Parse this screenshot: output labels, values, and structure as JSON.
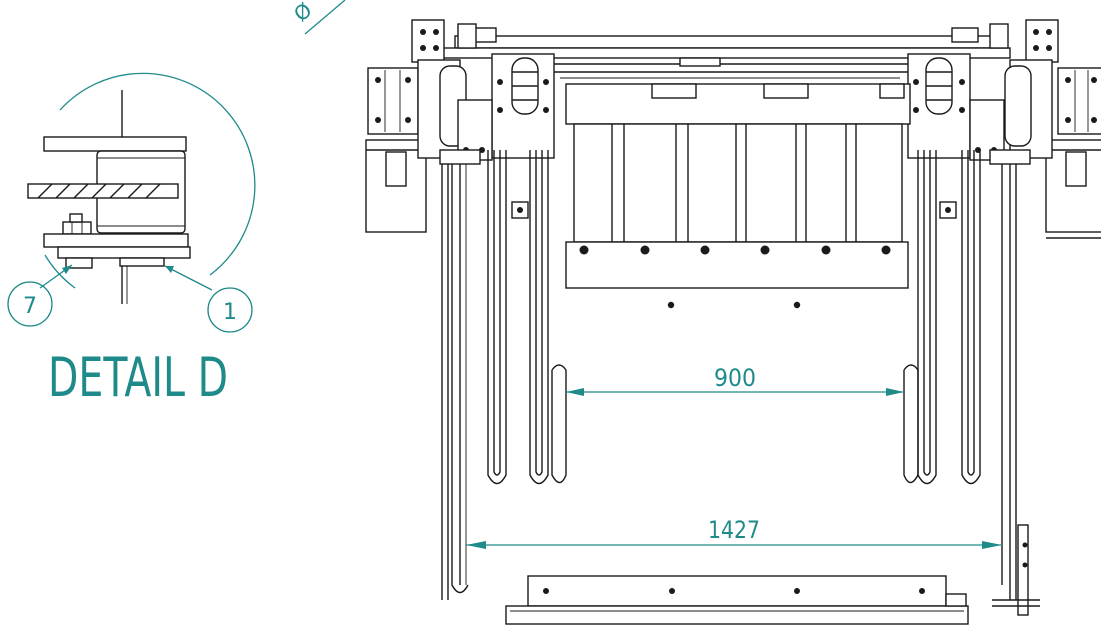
{
  "detail": {
    "title": "DETAIL D",
    "balloons": [
      {
        "label": "7"
      },
      {
        "label": "1"
      }
    ]
  },
  "dimensions": {
    "inner_width": "900",
    "outer_width": "1427",
    "diameter_symbol": "Ø"
  },
  "colors": {
    "annotation": "#1f8a8a",
    "linework": "#1a1a1a",
    "background": "#ffffff"
  }
}
